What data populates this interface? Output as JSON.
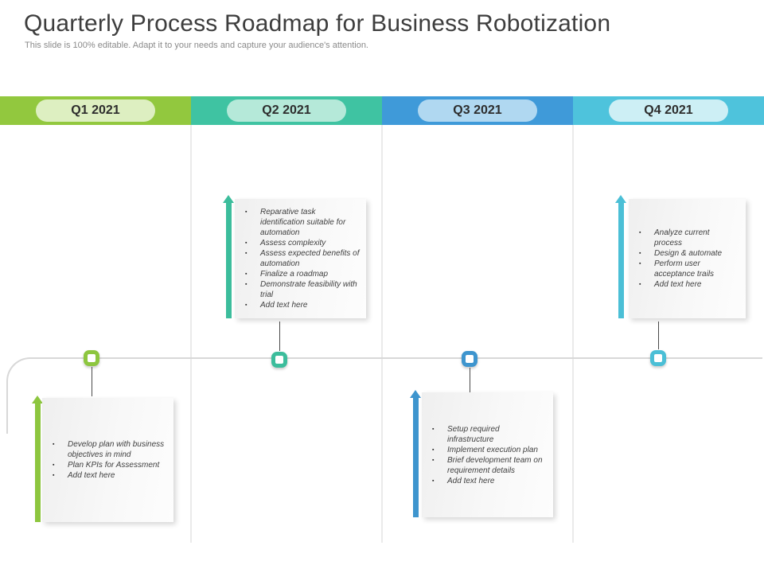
{
  "slide": {
    "title": "Quarterly Process Roadmap for Business Robotization",
    "subtitle": "This slide is 100% editable. Adapt it to your needs and capture your audience's attention."
  },
  "ui": {
    "bullet_glyph": "▪"
  },
  "quarters": [
    {
      "label": "Q1 2021",
      "band_color": "#92c83e",
      "pill_color": "#ddefc1",
      "accent_color": "#8dc63f",
      "card_position": "below-timeline",
      "bullets": [
        "Develop plan with business objectives in mind",
        "Plan KPIs for Assessment",
        "Add text here"
      ]
    },
    {
      "label": "Q2 2021",
      "band_color": "#3fc3a2",
      "pill_color": "#b5e9d9",
      "accent_color": "#3cbd9c",
      "card_position": "above-timeline",
      "bullets": [
        "Reparative task identification suitable for automation",
        "Assess complexity",
        "Assess expected benefits of automation",
        "Finalize a roadmap",
        "Demonstrate feasibility with trial",
        "Add text here"
      ]
    },
    {
      "label": "Q3 2021",
      "band_color": "#3f9ad9",
      "pill_color": "#b0d8f1",
      "accent_color": "#3e95ce",
      "card_position": "below-timeline",
      "bullets": [
        "Setup required infrastructure",
        "Implement execution plan",
        "Brief development team on requirement details",
        "Add text here"
      ]
    },
    {
      "label": "Q4 2021",
      "band_color": "#4ec3dc",
      "pill_color": "#cdeff5",
      "accent_color": "#4bbfd6",
      "card_position": "above-timeline",
      "bullets": [
        "Analyze current process",
        "Design & automate",
        "Perform user acceptance trails",
        "Add text here"
      ]
    }
  ]
}
